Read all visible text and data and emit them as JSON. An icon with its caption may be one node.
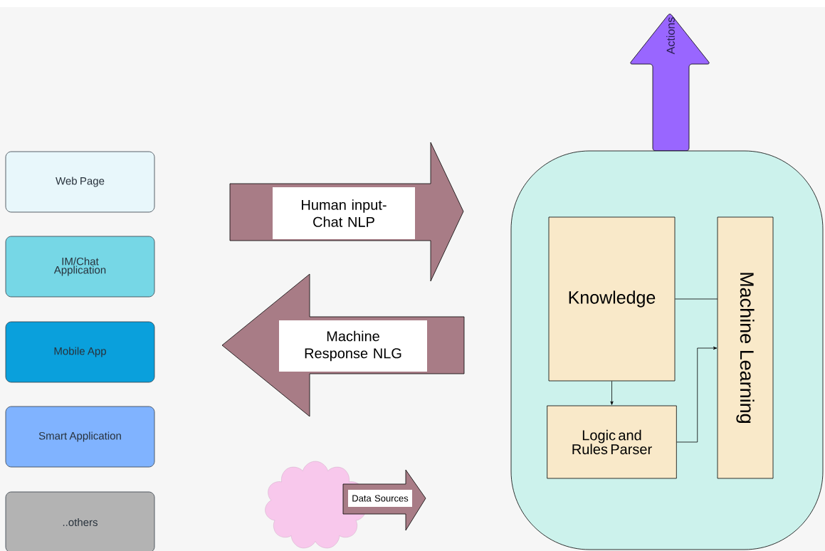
{
  "diagram": {
    "nodes": [
      {
        "text": [
          "Web Page"
        ]
      },
      {
        "text": [
          "IM/Chat Application"
        ]
      },
      {
        "text": [
          "Mobile App"
        ]
      },
      {
        "text": [
          "Smart Application"
        ]
      },
      {
        "text": [
          "..others"
        ]
      },
      {
        "text": [
          "Human input-Chat NLP"
        ]
      },
      {
        "text": [
          "Machine Response NLG"
        ]
      },
      {
        "text": [],
        "shape": "cloud"
      },
      {
        "text": [
          "Data Sources"
        ]
      },
      {
        "text": [
          "Actions"
        ]
      },
      {
        "text": [],
        "shape": "box"
      },
      {
        "text": [
          "Knowledge"
        ],
        "in": 10
      },
      {
        "text": [
          "Logic and Rules Parser"
        ],
        "in": 10
      },
      {
        "text": [
          "Machine Learning"
        ],
        "in": 10
      }
    ],
    "edges": [
      {
        "from": 11,
        "to": 12,
        "arrow": "to"
      },
      {
        "from": 11,
        "to": 13,
        "arrow": "none"
      },
      {
        "from": 12,
        "to": 13,
        "arrow": "to"
      }
    ]
  }
}
